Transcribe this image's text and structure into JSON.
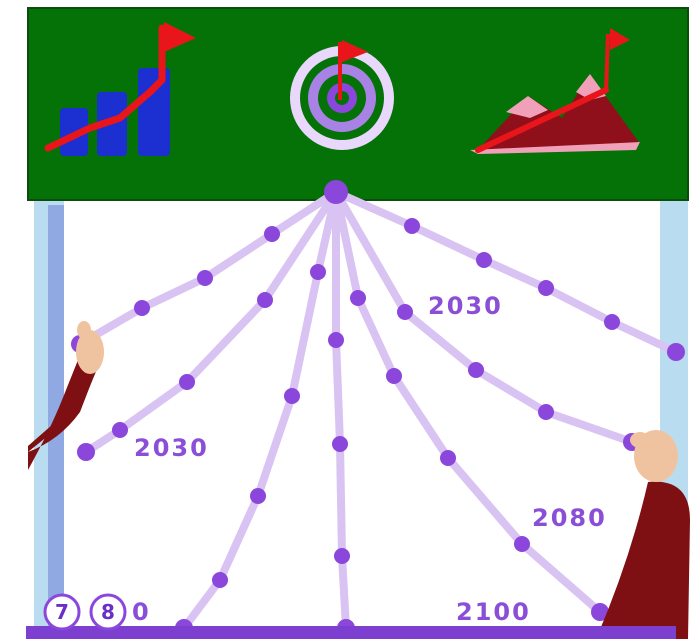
{
  "banner": {
    "icons": [
      "rising-bar-chart-icon",
      "target-with-flag-icon",
      "mountain-peak-with-flag-icon"
    ]
  },
  "year_labels": {
    "left": "2030",
    "center_right": "2030",
    "right": "2080",
    "bottom_right": "2100",
    "bottom_left_suffix": "0"
  },
  "badges": [
    "7",
    "8"
  ],
  "colors": {
    "banner": "#057208",
    "path": "#d9c3f2",
    "node": "#8b46db",
    "year_text": "#8a4fd6",
    "sleeve": "#7e0f12",
    "hand": "#f0c3a0",
    "frame": "#b8dcef",
    "floor": "#7d3fd0"
  }
}
